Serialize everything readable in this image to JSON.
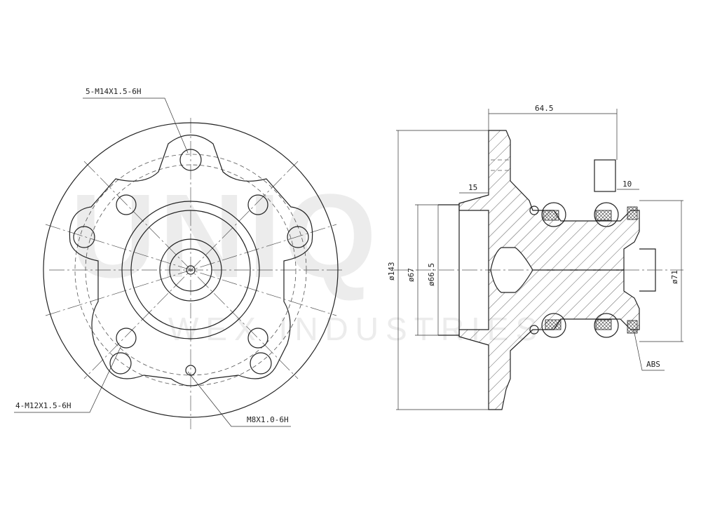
{
  "watermark": {
    "brand": "UNIQ",
    "company": "WEX INDUSTRIES"
  },
  "front_view": {
    "labels": {
      "wheel_studs": "5-M14X1.5-6H",
      "mount_holes": "4-M12X1.5-6H",
      "center_hole": "M8X1.0-6H"
    }
  },
  "section_view": {
    "dimensions": {
      "overall_length": "64.5",
      "flange_step": "15",
      "seal_width": "10",
      "flange_diameter": "ø143",
      "pilot_outer_diameter": "ø67",
      "pilot_inner_diameter": "ø66.5",
      "bearing_diameter": "ø71"
    },
    "labels": {
      "sensor": "ABS"
    }
  },
  "colors": {
    "line": "#222222",
    "watermark": "#ececec",
    "background": "#ffffff"
  }
}
